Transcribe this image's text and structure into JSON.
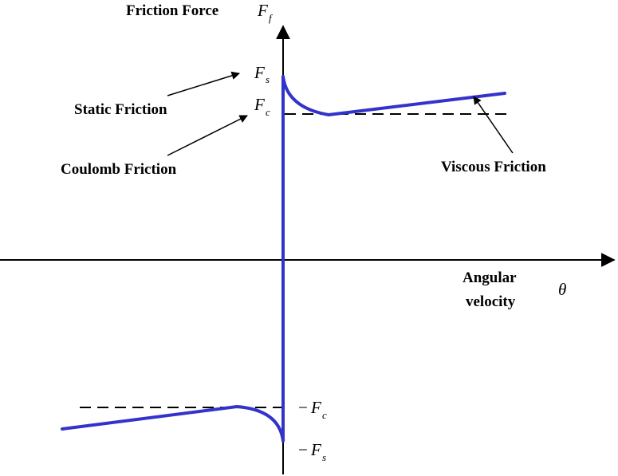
{
  "title": {
    "text": "Friction Force",
    "symbol": "F",
    "symbol_sub": "f"
  },
  "x_axis": {
    "label_line1": "Angular",
    "label_line2": "velocity",
    "symbol": "θ"
  },
  "levels": {
    "fs_pos": {
      "symbol": "F",
      "sub": "s",
      "prefix": ""
    },
    "fc_pos": {
      "symbol": "F",
      "sub": "c",
      "prefix": ""
    },
    "fc_neg": {
      "symbol": "F",
      "sub": "c",
      "prefix": "−"
    },
    "fs_neg": {
      "symbol": "F",
      "sub": "s",
      "prefix": "−"
    }
  },
  "annotations": {
    "static": "Static Friction",
    "coulomb": "Coulomb Friction",
    "viscous": "Viscous Friction"
  },
  "colors": {
    "curve": "#3333cc",
    "axes": "#000000",
    "dashed": "#000000"
  },
  "icons": {
    "axis_arrow": "arrowhead",
    "pointer": "arrow"
  }
}
